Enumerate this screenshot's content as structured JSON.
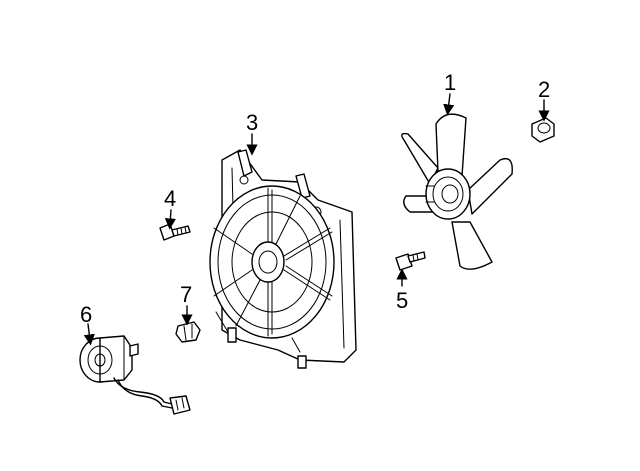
{
  "diagram": {
    "callouts": [
      {
        "id": "fan-blade",
        "label": "1"
      },
      {
        "id": "nut",
        "label": "2"
      },
      {
        "id": "fan-shroud",
        "label": "3"
      },
      {
        "id": "shroud-bolt",
        "label": "4"
      },
      {
        "id": "blade-bolt",
        "label": "5"
      },
      {
        "id": "fan-motor",
        "label": "6"
      },
      {
        "id": "clip",
        "label": "7"
      }
    ]
  }
}
